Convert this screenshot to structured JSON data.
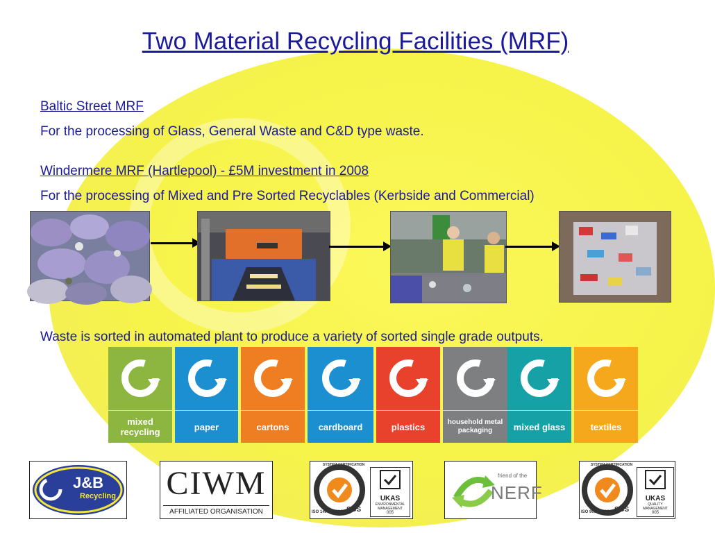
{
  "slide": {
    "title": "Two Material Recycling Facilities (MRF)",
    "baltic_heading": "Baltic Street MRF",
    "baltic_text": "For the processing of Glass, General Waste and C&D type waste.",
    "windermere_heading": "Windermere MRF (Hartlepool) - £5M investment in 2008",
    "windermere_text": "For the processing of Mixed and Pre Sorted Recyclables (Kerbside and Commercial)",
    "sorted_text": "Waste is sorted in automated plant to produce a variety of  sorted single grade outputs."
  },
  "process_photos": [
    {
      "name": "bagged-waste-photo"
    },
    {
      "name": "sorting-machine-photo"
    },
    {
      "name": "manual-picking-photo"
    },
    {
      "name": "baled-cans-photo"
    }
  ],
  "recycling_tiles": [
    {
      "label": "mixed recycling",
      "color": "#8db640"
    },
    {
      "label": "paper",
      "color": "#1c8fd0"
    },
    {
      "label": "cartons",
      "color": "#ef7d22"
    },
    {
      "label": "cardboard",
      "color": "#1c8fd0"
    },
    {
      "label": "plastics",
      "color": "#e8412c"
    },
    {
      "label": "household metal packaging",
      "color": "#7d7f81"
    },
    {
      "label": "mixed glass",
      "color": "#15a1a6"
    },
    {
      "label": "textiles",
      "color": "#f6a81d"
    }
  ],
  "logos": {
    "jb_main": "J&B",
    "jb_sub": "Recycling",
    "ciwm_main": "CIWM",
    "ciwm_sub": "AFFILIATED ORGANISATION",
    "sgs_env_ring": "SYSTEM CERTIFICATION",
    "sgs_env_iso": "ISO 14001:2004",
    "sgs_label": "SGS",
    "ukas_label": "UKAS",
    "ukas_env_sub": "ENVIRONMENTAL MANAGEMENT",
    "ukas_num": "005",
    "nerf_friend": "friend of the",
    "nerf_main": "NERF",
    "sgs_q_ring": "SYSTEM CERTIFICATION",
    "sgs_q_iso": "ISO 9001:2000",
    "ukas_q_sub": "QUALITY MANAGEMENT"
  }
}
